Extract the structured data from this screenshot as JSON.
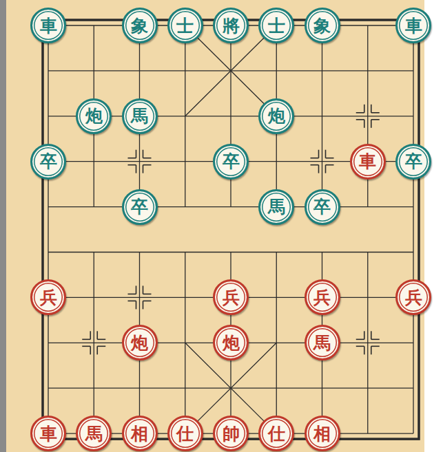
{
  "diagram": {
    "nodes": [
      {
        "text": [
          "車"
        ]
      },
      {
        "text": [
          "象"
        ]
      },
      {
        "text": [
          "士"
        ]
      },
      {
        "text": [
          "將"
        ]
      },
      {
        "text": [
          "士"
        ]
      },
      {
        "text": [
          "象"
        ]
      },
      {
        "text": [
          "車"
        ]
      },
      {
        "text": [
          "炮"
        ]
      },
      {
        "text": [
          "馬"
        ]
      },
      {
        "text": [
          "炮"
        ]
      },
      {
        "text": [
          "卒"
        ]
      },
      {
        "text": [
          "卒"
        ]
      },
      {
        "text": [
          "車"
        ]
      },
      {
        "text": [
          "卒"
        ]
      },
      {
        "text": [
          "卒"
        ]
      },
      {
        "text": [
          "馬"
        ]
      },
      {
        "text": [
          "卒"
        ]
      },
      {
        "text": [
          "兵"
        ]
      },
      {
        "text": [
          "兵"
        ]
      },
      {
        "text": [
          "兵"
        ]
      },
      {
        "text": [
          "兵"
        ]
      },
      {
        "text": [
          "炮"
        ]
      },
      {
        "text": [
          "炮"
        ]
      },
      {
        "text": [
          "馬"
        ]
      },
      {
        "text": [
          "車"
        ]
      },
      {
        "text": [
          "馬"
        ]
      },
      {
        "text": [
          "相"
        ]
      },
      {
        "text": [
          "仕"
        ]
      },
      {
        "text": [
          "帥"
        ]
      },
      {
        "text": [
          "仕"
        ]
      },
      {
        "text": [
          "相"
        ]
      }
    ]
  }
}
